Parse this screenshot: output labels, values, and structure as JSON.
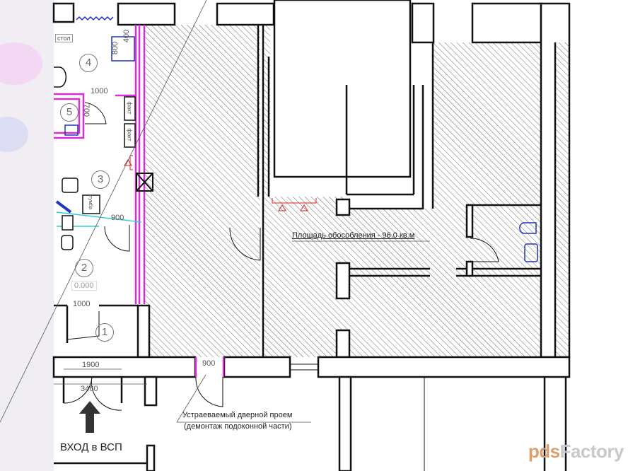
{
  "plan": {
    "area_label": "Площадь обособления - 96.0 кв.м",
    "rooms": [
      "1",
      "2",
      "3",
      "4",
      "5"
    ],
    "level_mark": "0.000",
    "dimensions": {
      "d_1000_top": "1000",
      "d_700": "700",
      "d_800": "800",
      "d_400": "400",
      "d_900_room3": "900",
      "d_1000_room1": "1000",
      "d_1900": "1900",
      "d_3460": "3460",
      "d_900_door": "900"
    },
    "furniture_labels": {
      "table": "стол",
      "cabinet1": "факт",
      "cabinet2": "факт",
      "stand": "тумба"
    },
    "door_note_line1": "Устраеваемый дверной проем",
    "door_note_line2": "(демонтаж подоконной части)",
    "entrance_label": "ВХОД в ВСП",
    "colors": {
      "wall": "#111111",
      "partition": "#d62fd6",
      "hatch": "#555555",
      "fixture": "#2233bb",
      "alarm": "#dd2222"
    }
  },
  "watermark": {
    "prefix": "pds",
    "suffix": "Factory"
  }
}
